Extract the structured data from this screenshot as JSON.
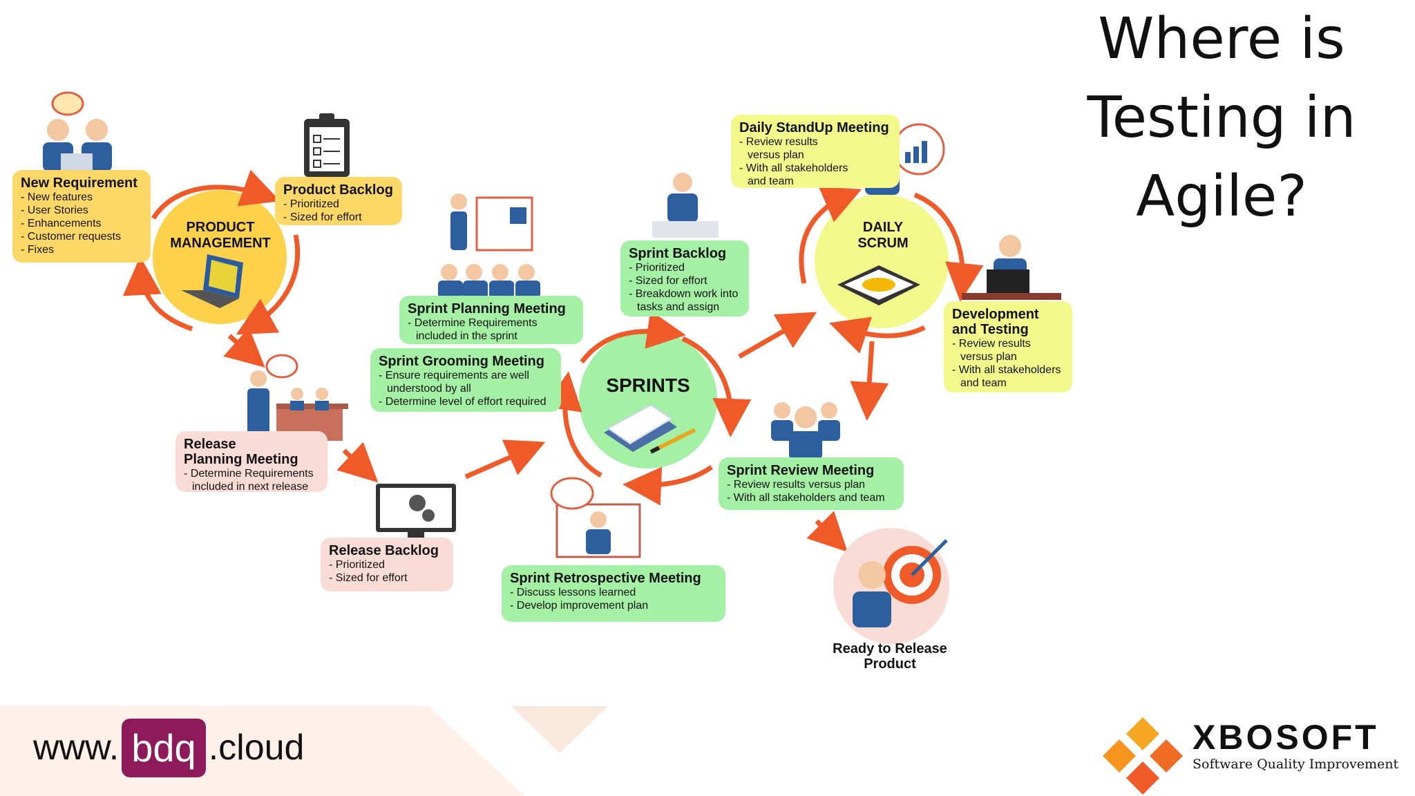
{
  "title": [
    "Where is",
    "Testing in",
    "Agile?"
  ],
  "product_management": [
    "PRODUCT",
    "MANAGEMENT"
  ],
  "new_requirement": {
    "heading": "New Requirement",
    "items": [
      "- New features",
      "- User Stories",
      "- Enhancements",
      "- Customer requests",
      "- Fixes"
    ]
  },
  "product_backlog": {
    "heading": "Product Backlog",
    "items": [
      "- Prioritized",
      "- Sized for effort"
    ]
  },
  "release_planning": {
    "heading": [
      "Release",
      "Planning Meeting"
    ],
    "items": [
      "- Determine Requirements",
      "included in next release"
    ]
  },
  "release_backlog": {
    "heading": "Release Backlog",
    "items": [
      "- Prioritized",
      "- Sized for effort"
    ]
  },
  "sprint_planning": {
    "heading": "Sprint Planning Meeting",
    "items": [
      "- Determine Requirements",
      "included in the sprint"
    ]
  },
  "sprint_grooming": {
    "heading": "Sprint Grooming Meeting",
    "items": [
      "- Ensure requirements are well",
      "understood by all",
      "- Determine level of effort required"
    ]
  },
  "sprint_backlog": {
    "heading": "Sprint Backlog",
    "items": [
      "- Prioritized",
      "- Sized for effort",
      "- Breakdown work into",
      "tasks and assign"
    ]
  },
  "sprints": "SPRINTS",
  "daily_standup": {
    "heading": "Daily StandUp Meeting",
    "items": [
      "- Review results",
      "versus plan",
      "- With all stakeholders",
      "and team"
    ]
  },
  "daily_scrum": [
    "DAILY",
    "SCRUM"
  ],
  "development_testing": {
    "heading": [
      "Development",
      "and Testing"
    ],
    "items": [
      "- Review results",
      "versus plan",
      "- With all stakeholders",
      "and team"
    ]
  },
  "sprint_review": {
    "heading": "Sprint Review Meeting",
    "items": [
      "- Review results versus plan",
      "- With all stakeholders and team"
    ]
  },
  "sprint_retrospective": {
    "heading": "Sprint Retrospective Meeting",
    "items": [
      "- Discuss lessons learned",
      "- Develop improvement plan"
    ]
  },
  "ready_release": [
    "Ready to Release",
    "Product"
  ],
  "footer": {
    "www": "www.",
    "bdq": "bdq",
    "cloud": ".cloud"
  },
  "xbosoft": {
    "name": "XBOSOFT",
    "tagline": "Software Quality Improvement"
  },
  "colors": {
    "yellow": "#fdd867",
    "green": "#a4f0a4",
    "pink": "#f9dcd6",
    "lime": "#f3f88b",
    "arrow": "#f05a28",
    "bdq": "#8e1a5c"
  }
}
